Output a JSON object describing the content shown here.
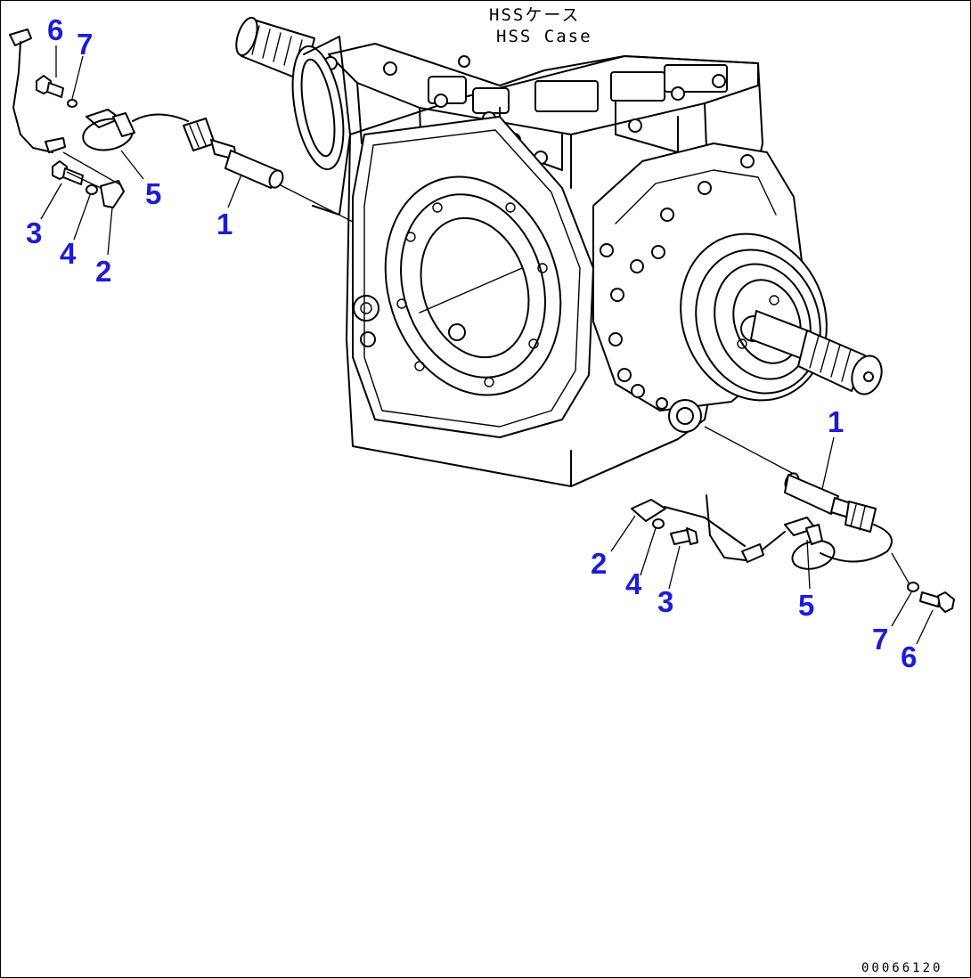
{
  "caption": {
    "line_jp": "HSSケース",
    "line_en": "HSS Case"
  },
  "document_id": "00066120",
  "callouts_left": {
    "p1": "1",
    "p2": "2",
    "p3": "3",
    "p4": "4",
    "p5": "5",
    "p6": "6",
    "p7": "7"
  },
  "callouts_right": {
    "p1": "1",
    "p2": "2",
    "p3": "3",
    "p4": "4",
    "p5": "5",
    "p6": "6",
    "p7": "7"
  },
  "colors": {
    "callout": "#1c1cd8",
    "linework": "#000000",
    "background": "#ffffff"
  }
}
